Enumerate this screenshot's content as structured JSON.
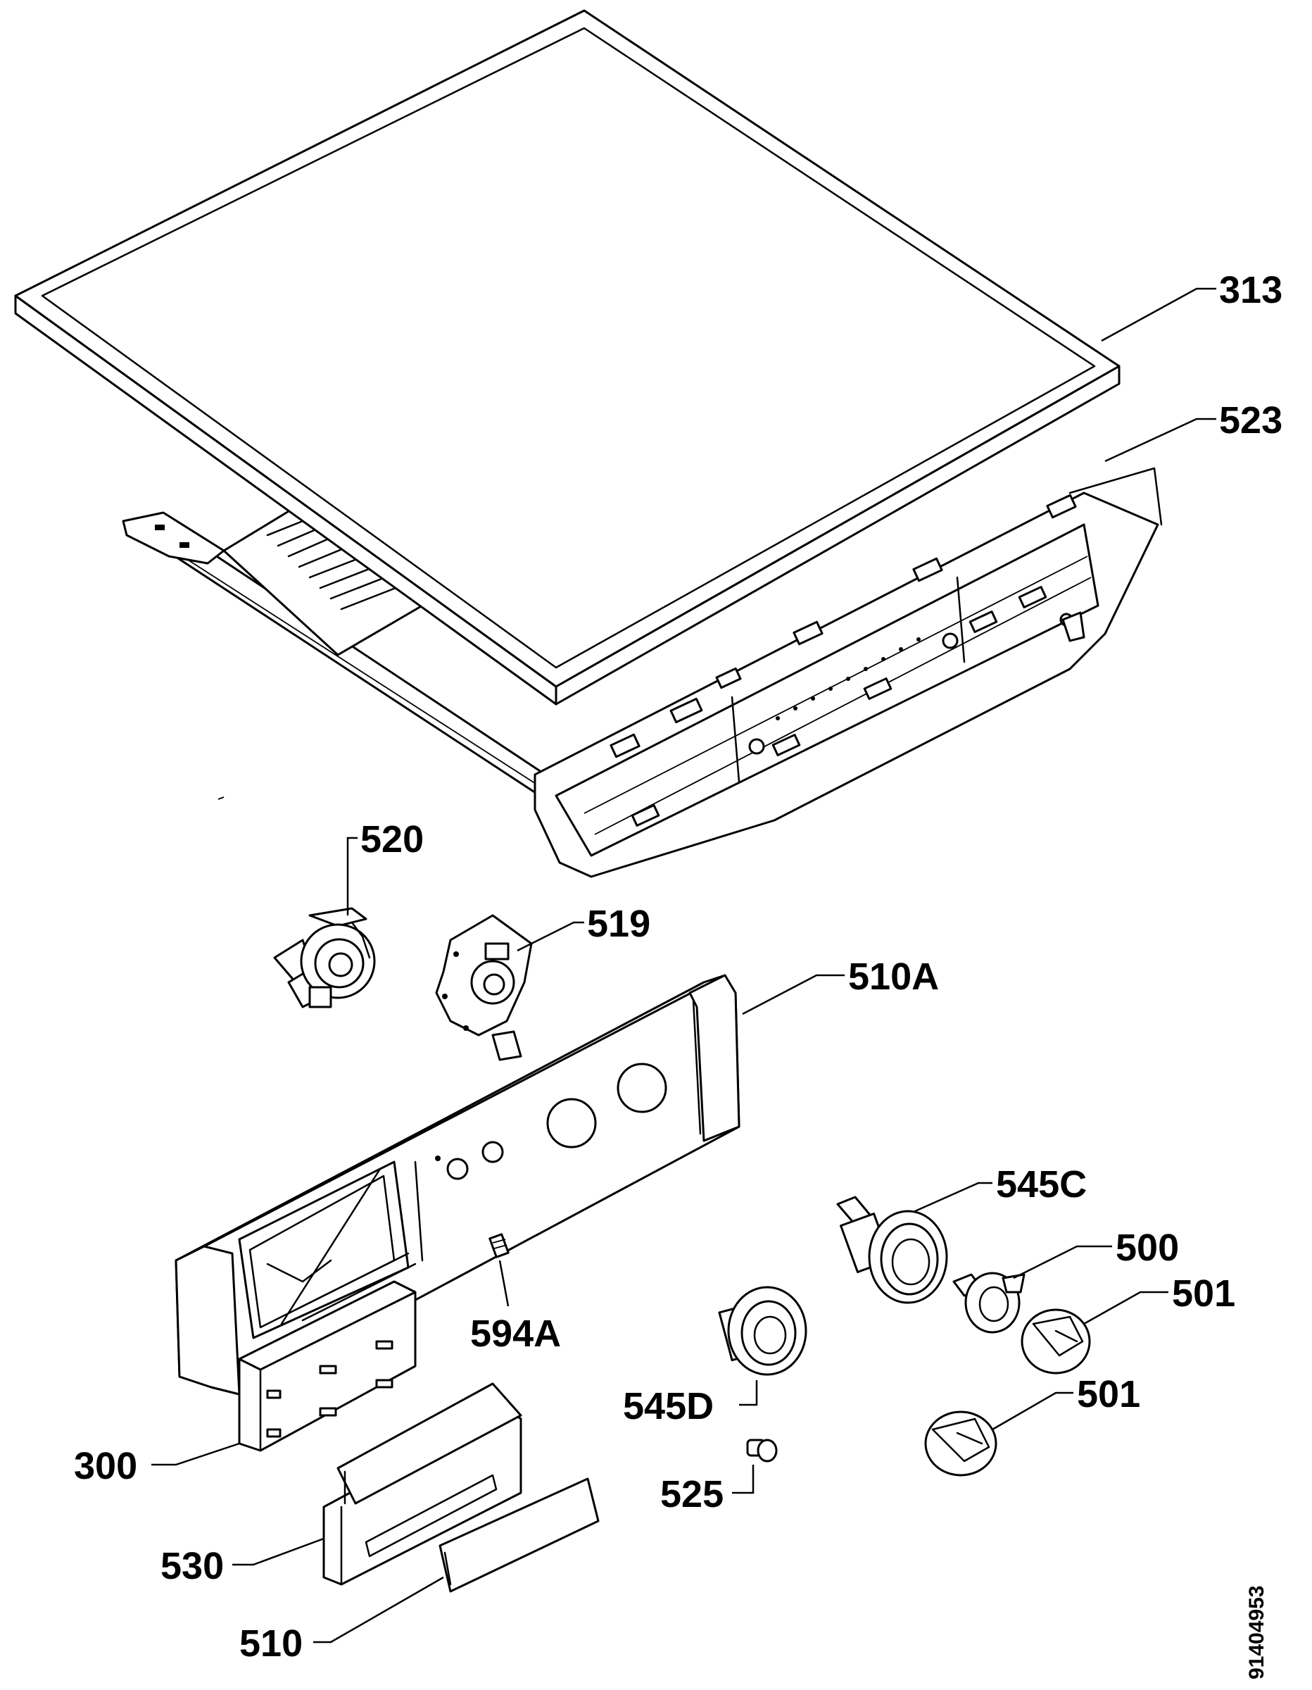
{
  "diagram": {
    "document_code": "91404953",
    "callouts": [
      {
        "id": "313",
        "label": "313",
        "part": "top-cover"
      },
      {
        "id": "523",
        "label": "523",
        "part": "control-panel-frame"
      },
      {
        "id": "520",
        "label": "520",
        "part": "selector-mechanism"
      },
      {
        "id": "519",
        "label": "519",
        "part": "selector-bracket"
      },
      {
        "id": "510A",
        "label": "510A",
        "part": "control-panel-fascia"
      },
      {
        "id": "545C",
        "label": "545C",
        "part": "knob-bush-large"
      },
      {
        "id": "500",
        "label": "500",
        "part": "switch-insert"
      },
      {
        "id": "501a",
        "label": "501",
        "part": "control-knob-upper"
      },
      {
        "id": "501b",
        "label": "501",
        "part": "control-knob-lower"
      },
      {
        "id": "594A",
        "label": "594A",
        "part": "screw"
      },
      {
        "id": "545D",
        "label": "545D",
        "part": "knob-bush-small"
      },
      {
        "id": "525",
        "label": "525",
        "part": "indicator-lens"
      },
      {
        "id": "300",
        "label": "300",
        "part": "dispenser-plate"
      },
      {
        "id": "530",
        "label": "530",
        "part": "dispenser-handle"
      },
      {
        "id": "510",
        "label": "510",
        "part": "handle-insert"
      }
    ]
  }
}
